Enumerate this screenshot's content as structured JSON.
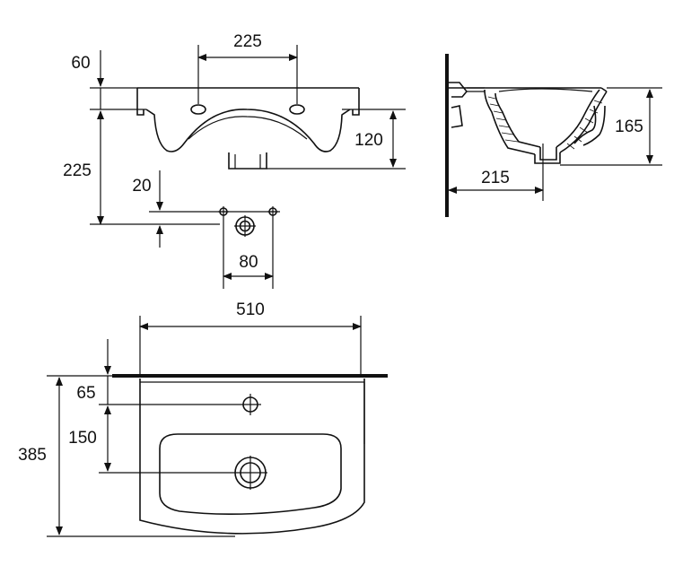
{
  "front_view": {
    "dimensions": {
      "tap_spacing": "225",
      "top_offset": "60",
      "overall_height": "225",
      "bowl_depth": "120",
      "bracket_offset": "20",
      "bracket_spacing": "80"
    }
  },
  "side_view": {
    "dimensions": {
      "height": "165",
      "drain_offset": "215"
    }
  },
  "plan_view": {
    "dimensions": {
      "width": "510",
      "depth": "385",
      "tap_offset": "65",
      "drain_offset": "150"
    }
  }
}
